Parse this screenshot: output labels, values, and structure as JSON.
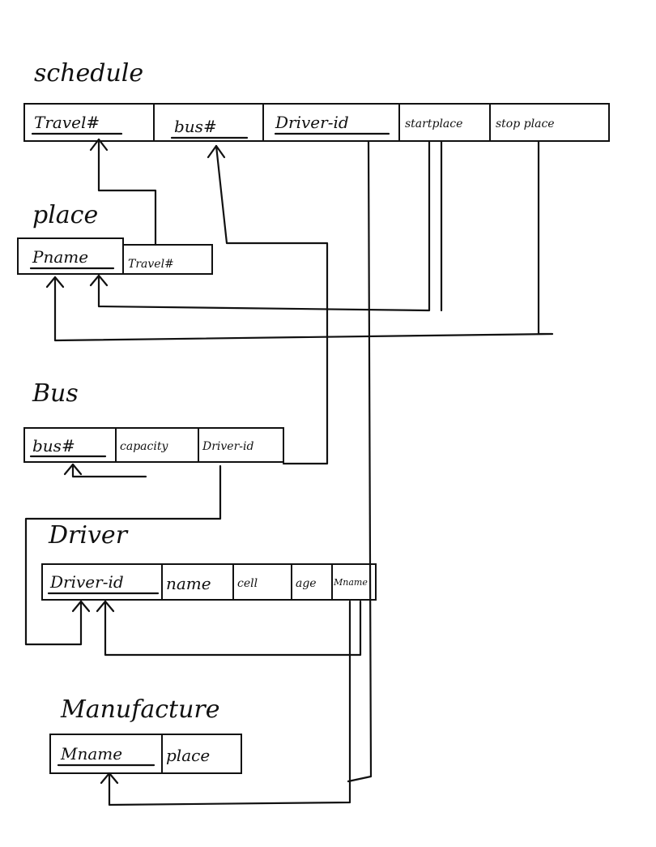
{
  "tables": {
    "schedule": {
      "title": "schedule",
      "columns": [
        "Travel#",
        "bus#",
        "Driver-id",
        "startplace",
        "stop place"
      ]
    },
    "place": {
      "title": "place",
      "columns": [
        "Pname",
        "Travel#"
      ]
    },
    "bus": {
      "title": "Bus",
      "columns": [
        "bus#",
        "capacity",
        "Driver-id"
      ]
    },
    "driver": {
      "title": "Driver",
      "columns": [
        "Driver-id",
        "name",
        "cell",
        "age",
        "Mname"
      ]
    },
    "manufacture": {
      "title": "Manufacture",
      "columns": [
        "Mname",
        "place"
      ]
    }
  },
  "colors": {
    "ink": "#111111",
    "paper": "#ffffff"
  }
}
